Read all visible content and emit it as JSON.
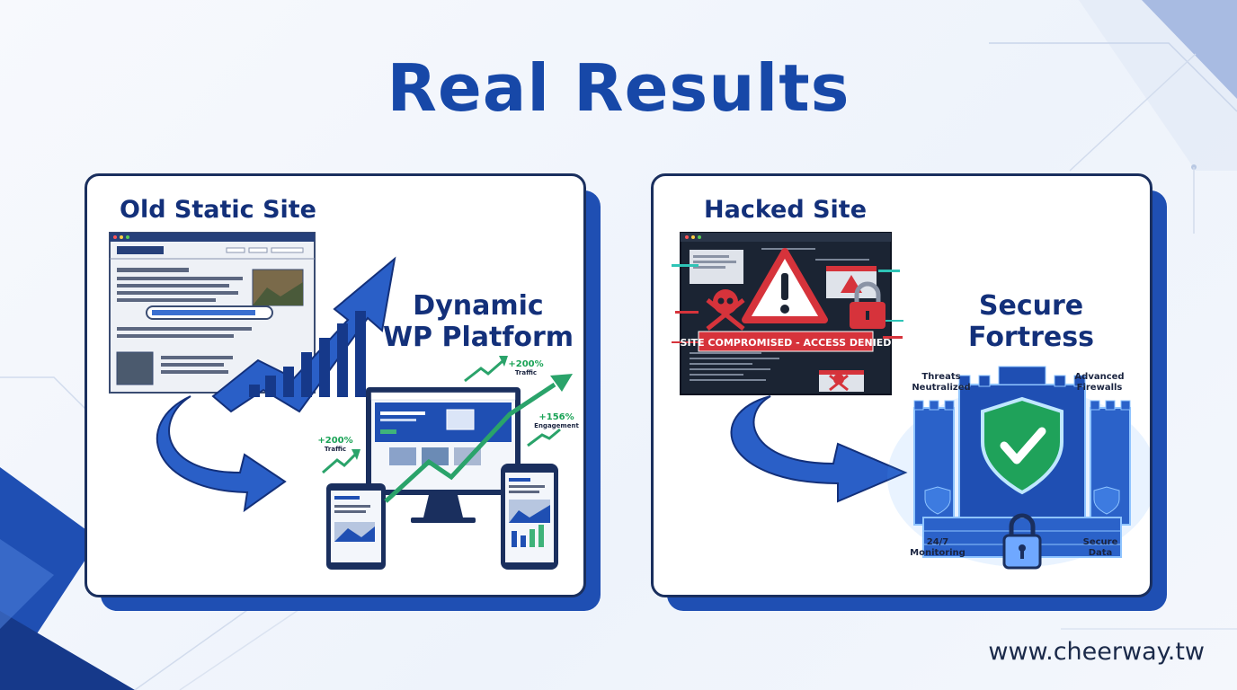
{
  "page": {
    "title": "Real Results",
    "website": "www.cheerway.tw"
  },
  "cards": [
    {
      "title": "Old Static Site",
      "after_label_lines": [
        "Dynamic",
        "WP Platform"
      ],
      "stats": [
        {
          "value": "+200%",
          "label": "Traffic"
        },
        {
          "value": "+200%",
          "label": "Traffic"
        },
        {
          "value": "+156%",
          "label": "Engagement"
        }
      ],
      "icons": [
        "browser-window-icon",
        "growth-arrow-icon",
        "curved-arrow-icon",
        "devices-icon"
      ]
    },
    {
      "title": "Hacked Site",
      "after_label_lines": [
        "Secure",
        "Fortress"
      ],
      "banner_text": "SITE COMPROMISED - ACCESS DENIED",
      "features": [
        {
          "lines": [
            "Threats",
            "Neutralized"
          ]
        },
        {
          "lines": [
            "Advanced",
            "Firewalls"
          ]
        },
        {
          "lines": [
            "24/7",
            "Monitoring"
          ]
        },
        {
          "lines": [
            "Secure",
            "Data"
          ]
        }
      ],
      "icons": [
        "warning-icon",
        "skull-icon",
        "padlock-icon",
        "shield-check-icon",
        "castle-icon"
      ]
    }
  ]
}
